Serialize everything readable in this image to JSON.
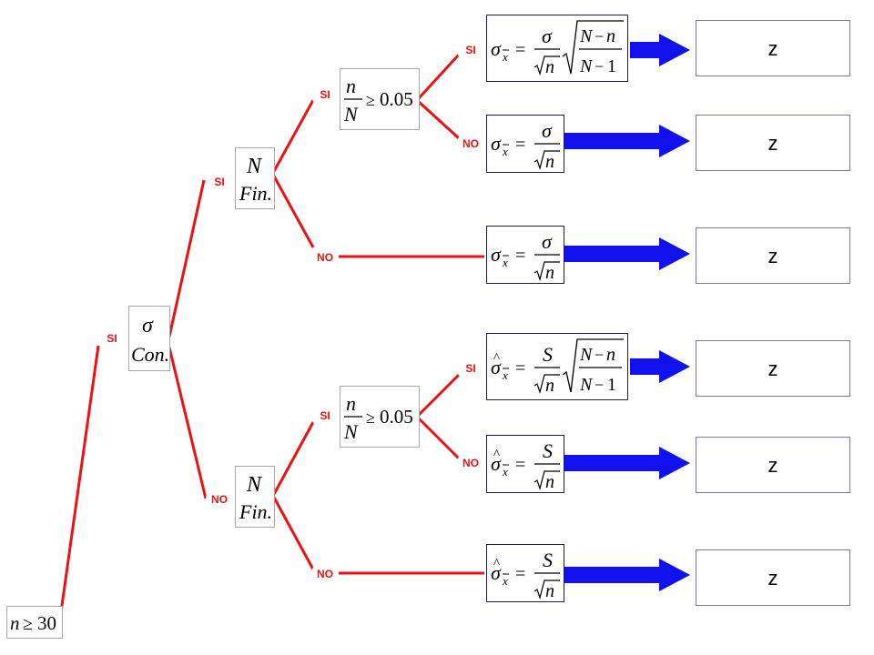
{
  "root": {
    "var": "n",
    "op": "≥",
    "num": "30"
  },
  "yes": "SI",
  "no": "NO",
  "known": {
    "sym": "σ",
    "word": "Con."
  },
  "finite": {
    "sym": "N",
    "word": "Fin."
  },
  "ratio": {
    "num": "n",
    "den": "N",
    "op": "≥",
    "val": "0.05"
  },
  "formula": {
    "sigma": "σ",
    "sigma_hat": "σ̂",
    "xbar": "x",
    "eq": "=",
    "S": "S",
    "n": "n",
    "N": "N",
    "minus": "−",
    "one": "1",
    "sqrt": "√"
  },
  "result_label": "z",
  "colors": {
    "branch": "#ee1111",
    "arrow": "#1111ee",
    "result_text": "#000000"
  }
}
